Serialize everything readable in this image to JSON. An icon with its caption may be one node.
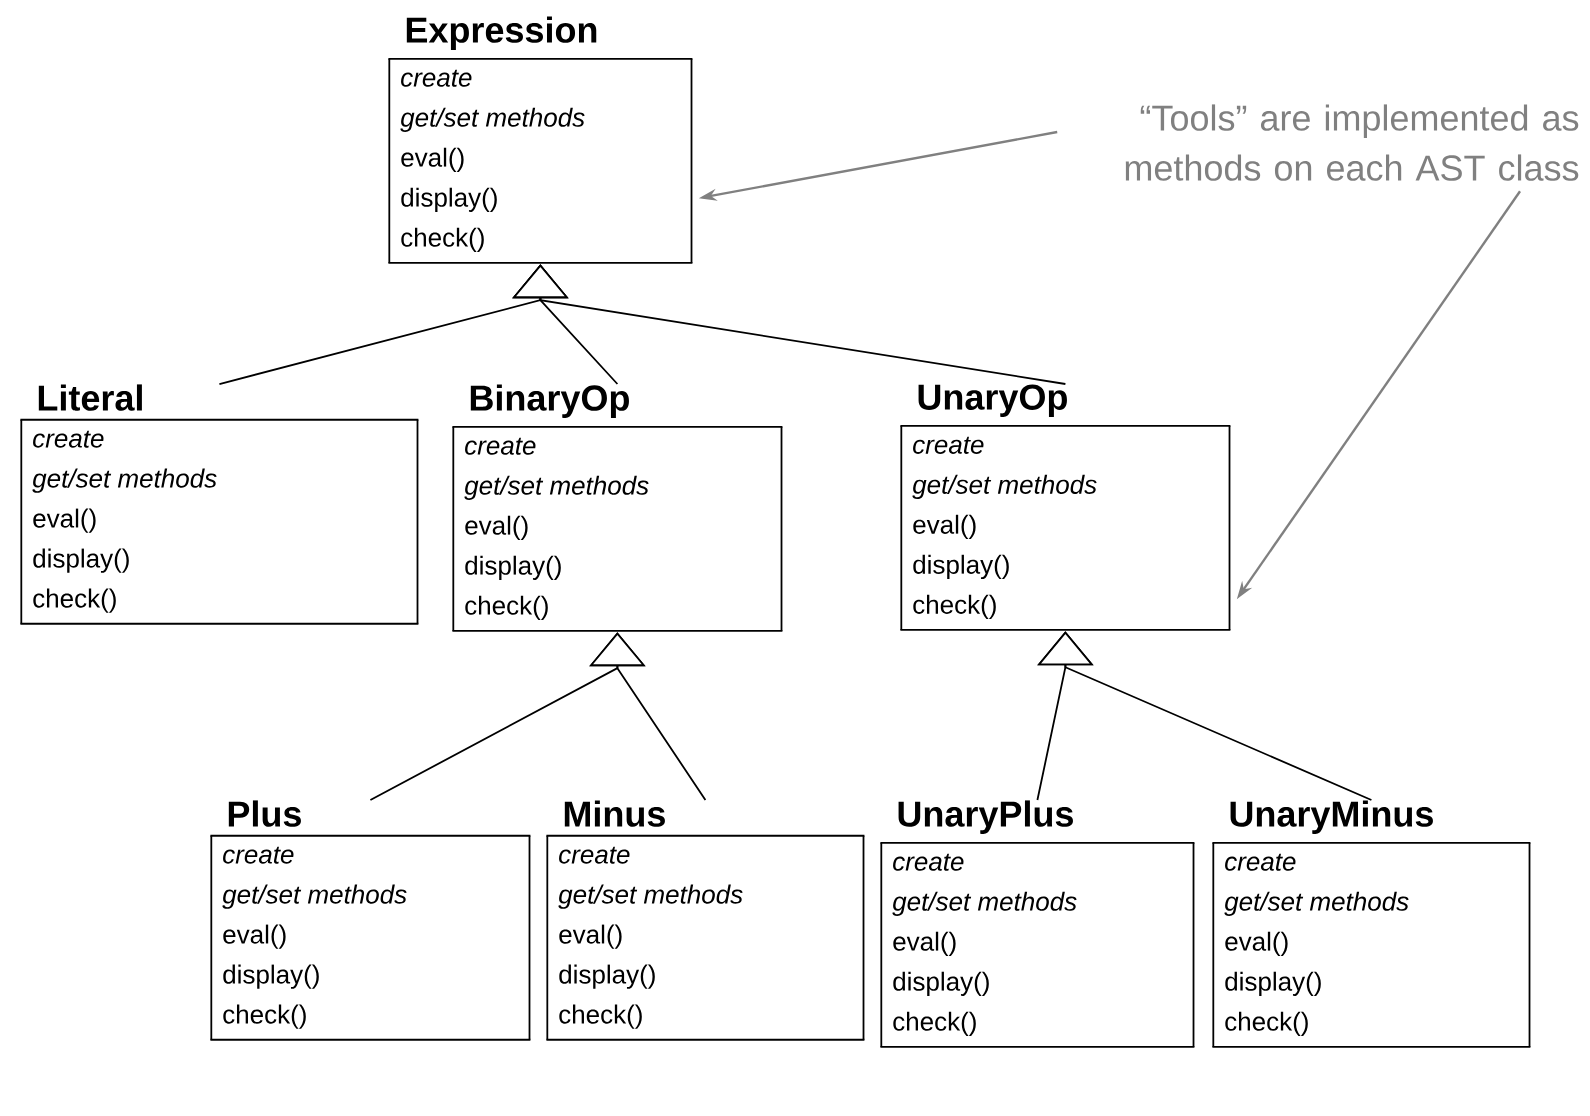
{
  "diagram": {
    "nodes": [
      {
        "text": [
          "Expression",
          "create",
          "get/set methods",
          "eval()",
          "display()",
          "check()"
        ]
      },
      {
        "text": [
          "“Tools” are implemented as methods on each AST class"
        ]
      },
      {
        "text": [
          "Literal",
          "create",
          "get/set methods",
          "eval()",
          "display()",
          "check()"
        ]
      },
      {
        "text": [
          "BinaryOp",
          "create",
          "get/set methods",
          "eval()",
          "display()",
          "check()"
        ]
      },
      {
        "text": [
          "UnaryOp",
          "create",
          "get/set methods",
          "eval()",
          "display()",
          "check()"
        ]
      },
      {
        "text": [
          "Plus",
          "create",
          "get/set methods",
          "eval()",
          "display()",
          "check()"
        ]
      },
      {
        "text": [
          "Minus",
          "create",
          "get/set methods",
          "eval()",
          "display()",
          "check()"
        ]
      },
      {
        "text": [
          "UnaryPlus",
          "create",
          "get/set methods",
          "eval()",
          "display()",
          "check()"
        ]
      },
      {
        "text": [
          "UnaryMinus",
          "create",
          "get/set methods",
          "eval()",
          "display()",
          "check()"
        ]
      }
    ],
    "edges": [
      {
        "from": 1,
        "to": 0,
        "arrow": "to",
        "color": "#808080"
      },
      {
        "from": 1,
        "to": 4,
        "arrow": "to",
        "color": "#808080"
      },
      {
        "from": 2,
        "to": 0,
        "arrow": "to"
      },
      {
        "from": 3,
        "to": 0,
        "arrow": "to"
      },
      {
        "from": 4,
        "to": 0,
        "arrow": "to"
      },
      {
        "from": 5,
        "to": 3,
        "arrow": "to"
      },
      {
        "from": 6,
        "to": 3,
        "arrow": "to"
      },
      {
        "from": 7,
        "to": 4,
        "arrow": "to"
      },
      {
        "from": 8,
        "to": 4,
        "arrow": "to"
      }
    ]
  }
}
